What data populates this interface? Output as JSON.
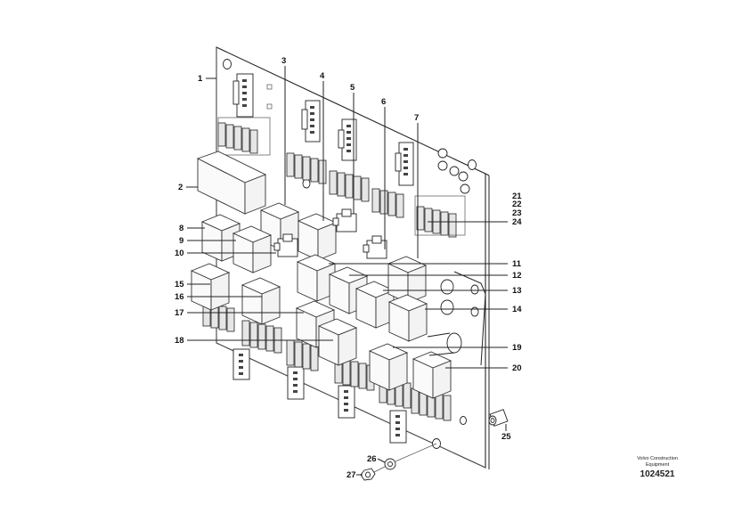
{
  "diagram": {
    "title": "Circuit board with relays and fuses (exploded parts view)",
    "callouts": [
      {
        "id": "1",
        "label": "1"
      },
      {
        "id": "2",
        "label": "2"
      },
      {
        "id": "3",
        "label": "3"
      },
      {
        "id": "4",
        "label": "4"
      },
      {
        "id": "5",
        "label": "5"
      },
      {
        "id": "6",
        "label": "6"
      },
      {
        "id": "7",
        "label": "7"
      },
      {
        "id": "8",
        "label": "8"
      },
      {
        "id": "9",
        "label": "9"
      },
      {
        "id": "10",
        "label": "10"
      },
      {
        "id": "11",
        "label": "11"
      },
      {
        "id": "12",
        "label": "12"
      },
      {
        "id": "13",
        "label": "13"
      },
      {
        "id": "14",
        "label": "14"
      },
      {
        "id": "15",
        "label": "15"
      },
      {
        "id": "16",
        "label": "16"
      },
      {
        "id": "17",
        "label": "17"
      },
      {
        "id": "18",
        "label": "18"
      },
      {
        "id": "19",
        "label": "19"
      },
      {
        "id": "20",
        "label": "20"
      },
      {
        "id": "21",
        "label": "21"
      },
      {
        "id": "22",
        "label": "22"
      },
      {
        "id": "23",
        "label": "23"
      },
      {
        "id": "24",
        "label": "24"
      },
      {
        "id": "25",
        "label": "25"
      },
      {
        "id": "26",
        "label": "26"
      },
      {
        "id": "27",
        "label": "27"
      }
    ]
  },
  "brand": {
    "company_line1": "Volvo Construction",
    "company_line2": "Equipment",
    "drawing_number": "1024521"
  },
  "colors": {
    "line": "#222222",
    "background": "#ffffff"
  }
}
